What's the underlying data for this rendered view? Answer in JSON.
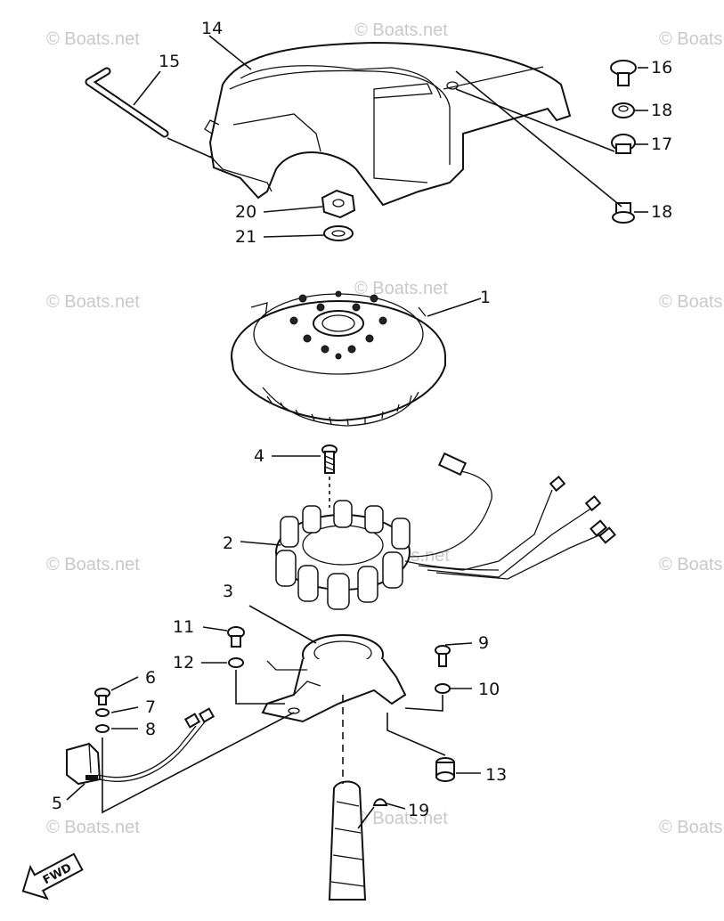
{
  "watermark": {
    "text": "© Boats.net"
  },
  "callouts": [
    {
      "id": "c14",
      "label": "14"
    },
    {
      "id": "c15",
      "label": "15"
    },
    {
      "id": "c16",
      "label": "16"
    },
    {
      "id": "c18a",
      "label": "18"
    },
    {
      "id": "c17",
      "label": "17"
    },
    {
      "id": "c18b",
      "label": "18"
    },
    {
      "id": "c20",
      "label": "20"
    },
    {
      "id": "c21",
      "label": "21"
    },
    {
      "id": "c1",
      "label": "1"
    },
    {
      "id": "c4",
      "label": "4"
    },
    {
      "id": "c2",
      "label": "2"
    },
    {
      "id": "c3",
      "label": "3"
    },
    {
      "id": "c11",
      "label": "11"
    },
    {
      "id": "c12",
      "label": "12"
    },
    {
      "id": "c9",
      "label": "9"
    },
    {
      "id": "c10",
      "label": "10"
    },
    {
      "id": "c6",
      "label": "6"
    },
    {
      "id": "c7",
      "label": "7"
    },
    {
      "id": "c8",
      "label": "8"
    },
    {
      "id": "c5",
      "label": "5"
    },
    {
      "id": "c13",
      "label": "13"
    },
    {
      "id": "c19",
      "label": "19"
    }
  ],
  "direction_marker": {
    "text": "FWD"
  }
}
